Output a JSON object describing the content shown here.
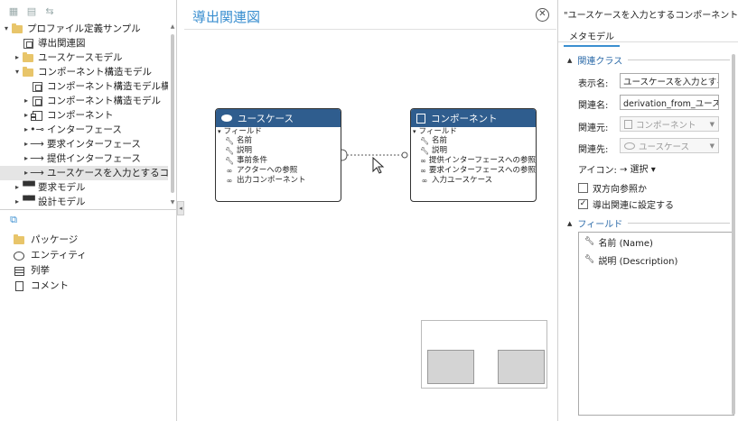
{
  "left_tree": {
    "items": [
      {
        "label": "プロファイル定義サンプル",
        "icon": "folder-icon",
        "caret": "▾"
      },
      {
        "label": "導出関連図",
        "icon": "diagram-icon",
        "caret": ""
      },
      {
        "label": "ユースケースモデル",
        "icon": "folder-icon",
        "caret": "▸"
      },
      {
        "label": "コンポーネント構造モデル",
        "icon": "folder-icon",
        "caret": "▾"
      },
      {
        "label": "コンポーネント構造モデル構造図",
        "icon": "diagram-icon",
        "caret": ""
      },
      {
        "label": "コンポーネント構造モデル",
        "icon": "diagram-icon",
        "caret": "▸"
      },
      {
        "label": "コンポーネント",
        "icon": "component-icon",
        "caret": "▸"
      },
      {
        "label": "インターフェース",
        "icon": "interface-icon",
        "caret": "▸"
      },
      {
        "label": "要求インターフェース",
        "icon": "arrow-icon",
        "caret": "▸"
      },
      {
        "label": "提供インターフェース",
        "icon": "arrow-icon",
        "caret": "▸"
      },
      {
        "label": "ユースケースを入力とするコンポーネント",
        "icon": "arrow-icon",
        "caret": "▸"
      },
      {
        "label": "要求モデル",
        "icon": "model-icon",
        "caret": "▸"
      },
      {
        "label": "設計モデル",
        "icon": "model-icon",
        "caret": "▸"
      }
    ]
  },
  "palette": {
    "items": [
      {
        "label": "パッケージ",
        "icon": "package-icon"
      },
      {
        "label": "エンティティ",
        "icon": "entity-icon"
      },
      {
        "label": "列挙",
        "icon": "enum-icon"
      },
      {
        "label": "コメント",
        "icon": "comment-icon"
      }
    ]
  },
  "diagram": {
    "title": "導出関連図",
    "entities": [
      {
        "name": "ユースケース",
        "section": "フィールド",
        "fields": [
          {
            "label": "名前",
            "kind": "key"
          },
          {
            "label": "説明",
            "kind": "key"
          },
          {
            "label": "事前条件",
            "kind": "key"
          },
          {
            "label": "アクターへの参照",
            "kind": "ref"
          },
          {
            "label": "出力コンポーネント",
            "kind": "ref"
          }
        ]
      },
      {
        "name": "コンポーネント",
        "section": "フィールド",
        "fields": [
          {
            "label": "名前",
            "kind": "key"
          },
          {
            "label": "説明",
            "kind": "key"
          },
          {
            "label": "提供インターフェースへの参照",
            "kind": "ref"
          },
          {
            "label": "要求インターフェースへの参照",
            "kind": "ref"
          },
          {
            "label": "入力ユースケース",
            "kind": "ref"
          }
        ]
      }
    ]
  },
  "properties": {
    "title": "\"ユースケースを入力とするコンポーネントの導出\"のプロパティ",
    "tab": "メタモデル",
    "section1": "関連クラス",
    "display_name_label": "表示名:",
    "display_name_value": "ユースケースを入力とするコ",
    "rel_name_label": "関連名:",
    "rel_name_value": "derivation_from_ユース",
    "source_label": "関連元:",
    "source_value": "コンポーネント",
    "target_label": "関連先:",
    "target_value": "ユースケース",
    "icon_label": "アイコン:",
    "icon_value": "→ 選択 ▾",
    "bidirectional_label": "双方向参照か",
    "bidirectional_checked": false,
    "derived_label": "導出関連に設定する",
    "derived_checked": true,
    "section2": "フィールド",
    "fields": [
      {
        "label": "名前 (Name)"
      },
      {
        "label": "説明 (Description)"
      }
    ]
  },
  "colors": {
    "accent": "#3b8fd0",
    "entity_header": "#2f5d8e"
  }
}
